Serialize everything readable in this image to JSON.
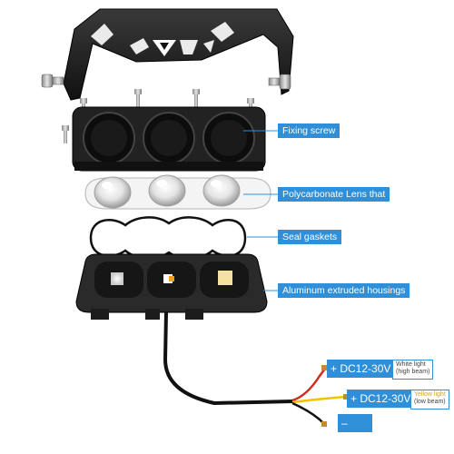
{
  "callouts": {
    "screw": "Fixing screw",
    "lens": "Polycarbonate Lens that",
    "gasket": "Seal gaskets",
    "housing": "Aluminum extruded housings"
  },
  "wires": {
    "positive_high": {
      "label": "+ DC12-30V",
      "color_name": "White light",
      "beam": "(high beam)"
    },
    "positive_low": {
      "label": "+ DC12-30V",
      "color_name": "Yellow light",
      "beam": "(low beam)"
    },
    "negative": {
      "label": "–"
    }
  },
  "colors": {
    "accent": "#2f8fd8",
    "yellow_text": "#e0a020",
    "wire_red": "#d62a1e",
    "wire_yellow": "#f2c200",
    "wire_black": "#111111"
  }
}
